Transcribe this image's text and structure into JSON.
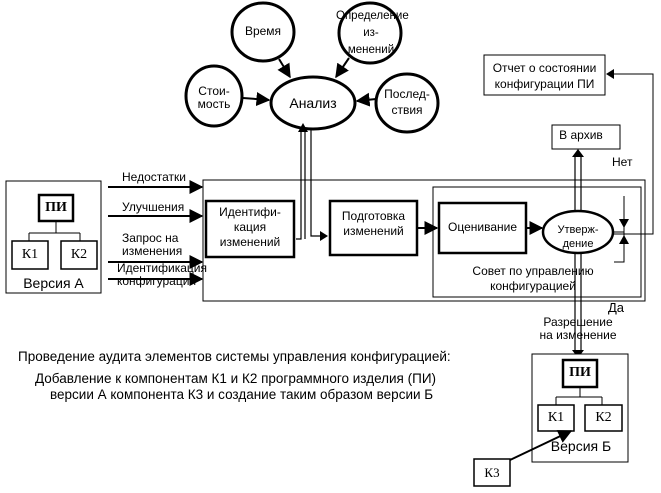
{
  "nodes": {
    "time": "Время",
    "change_def": "Определение из-\nменений",
    "cost": "Стои-\nмость",
    "analysis": "Анализ",
    "consequences": "Послед-\nствия",
    "report": "Отчет о состоянии\nконфигурации ПИ",
    "archive": "В архив",
    "identification": "Идентифи-\nкация\nизменений",
    "preparation": "Подготовка\nизменений",
    "evaluation": "Оценивание",
    "approval": "Утверж-\nдение",
    "board": "Совет по управлению\nконфигурацией"
  },
  "inputs": {
    "defects": "Недостатки",
    "improvements": "Улучшения",
    "change_request": "Запрос на\nизменения",
    "config_id": "Идентификация\nконфигурации"
  },
  "decisions": {
    "no": "Нет",
    "yes": "Да",
    "permission": "Разрешение\nна изменение"
  },
  "version_a": {
    "pi": "ПИ",
    "k1": "К1",
    "k2": "К2",
    "caption": "Версия А"
  },
  "version_b": {
    "pi": "ПИ",
    "k1": "К1",
    "k2": "К2",
    "caption": "Версия Б"
  },
  "k3": "К3",
  "description": {
    "line1": "Проведение аудита элементов системы управления конфигурацией:",
    "line2": "Добавление к компонентам К1 и К2 программного изделия (ПИ)",
    "line3": "версии А компонента К3 и создание таким образом версии Б"
  }
}
